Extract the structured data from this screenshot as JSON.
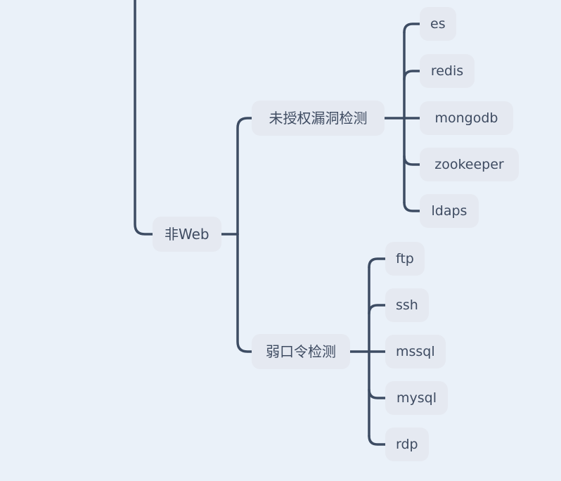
{
  "mindmap": {
    "branch": {
      "label": "非Web",
      "children": [
        {
          "label": "未授权漏洞检测",
          "children": [
            {
              "label": "es"
            },
            {
              "label": "redis"
            },
            {
              "label": "mongodb"
            },
            {
              "label": "zookeeper"
            },
            {
              "label": "ldaps"
            }
          ]
        },
        {
          "label": "弱口令检测",
          "children": [
            {
              "label": "ftp"
            },
            {
              "label": "ssh"
            },
            {
              "label": "mssql"
            },
            {
              "label": "mysql"
            },
            {
              "label": "rdp"
            }
          ]
        }
      ]
    },
    "colors": {
      "bg": "#eaf1f9",
      "node_fill": "#e5e9f1",
      "node_text": "#3e4b61",
      "line": "#3d4c63"
    }
  }
}
